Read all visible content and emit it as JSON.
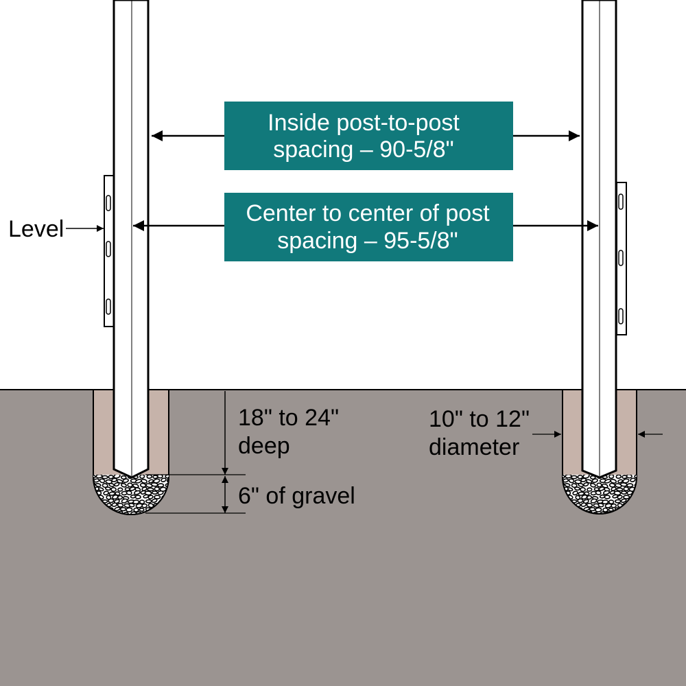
{
  "colors": {
    "ground": "#9b9491",
    "hole": "#c6b3aa",
    "teal": "#11797b",
    "post": "#ffffff",
    "ink": "#000000"
  },
  "labels": {
    "level": "Level",
    "inside_spacing_line1": "Inside post-to-post",
    "inside_spacing_line2": "spacing – 90-5/8\"",
    "center_spacing_line1": "Center to center of post",
    "center_spacing_line2": "spacing – 95-5/8\"",
    "depth_line1": "18\" to 24\"",
    "depth_line2": "deep",
    "gravel": "6\" of gravel",
    "diameter_line1": "10\" to 12\"",
    "diameter_line2": "diameter"
  },
  "icons": [
    "arrow-left-icon",
    "arrow-right-icon",
    "gravel-texture"
  ]
}
